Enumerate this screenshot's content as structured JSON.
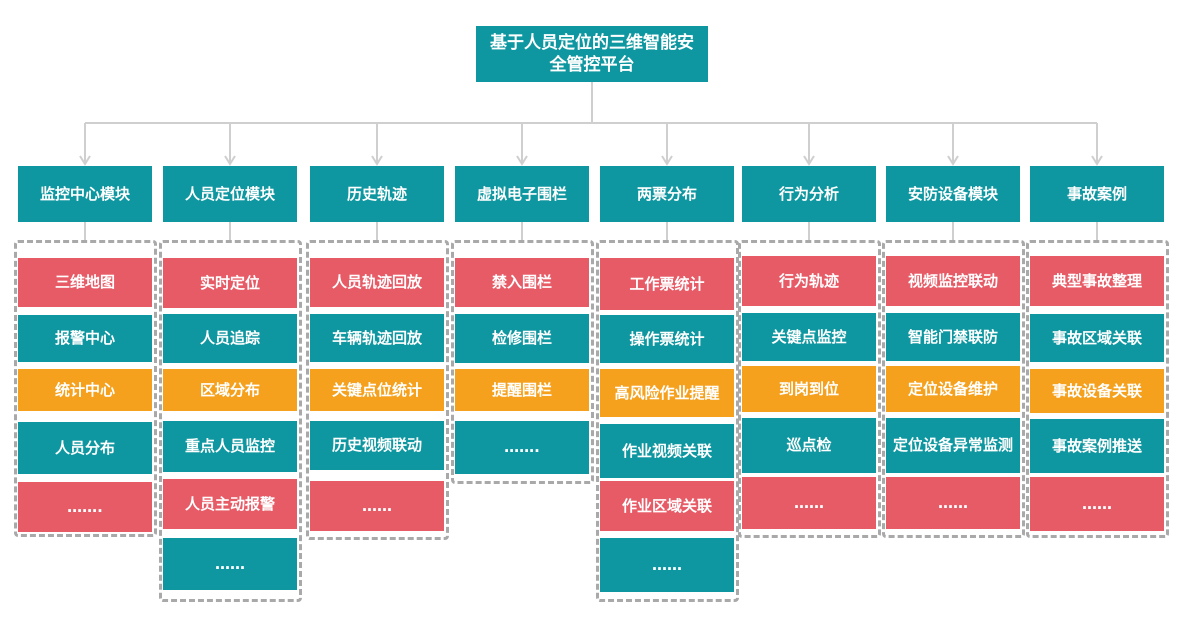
{
  "root": {
    "title": "基于人员定位的三维智能安全管控平台"
  },
  "colors": {
    "teal": "#0e97a0",
    "red": "#e75b67",
    "orange": "#f5a11d",
    "connector": "#cfcfcf",
    "dash": "#a9a9a9"
  },
  "modules": [
    {
      "name": "监控中心模块",
      "items": [
        {
          "label": "三维地图",
          "color": "red"
        },
        {
          "label": "报警中心",
          "color": "teal"
        },
        {
          "label": "统计中心",
          "color": "orange"
        },
        {
          "label": "人员分布",
          "color": "teal"
        },
        {
          "label": "…….",
          "color": "red"
        }
      ]
    },
    {
      "name": "人员定位模块",
      "items": [
        {
          "label": "实时定位",
          "color": "red"
        },
        {
          "label": "人员追踪",
          "color": "teal"
        },
        {
          "label": "区域分布",
          "color": "orange"
        },
        {
          "label": "重点人员监控",
          "color": "teal"
        },
        {
          "label": "人员主动报警",
          "color": "red"
        },
        {
          "label": "……",
          "color": "teal"
        }
      ]
    },
    {
      "name": "历史轨迹",
      "items": [
        {
          "label": "人员轨迹回放",
          "color": "red"
        },
        {
          "label": "车辆轨迹回放",
          "color": "teal"
        },
        {
          "label": "关键点位统计",
          "color": "orange"
        },
        {
          "label": "历史视频联动",
          "color": "teal"
        },
        {
          "label": "……",
          "color": "red"
        }
      ]
    },
    {
      "name": "虚拟电子围栏",
      "items": [
        {
          "label": "禁入围栏",
          "color": "red"
        },
        {
          "label": "检修围栏",
          "color": "teal"
        },
        {
          "label": "提醒围栏",
          "color": "orange"
        },
        {
          "label": "…….",
          "color": "teal"
        }
      ]
    },
    {
      "name": "两票分布",
      "items": [
        {
          "label": "工作票统计",
          "color": "red"
        },
        {
          "label": "操作票统计",
          "color": "teal"
        },
        {
          "label": "高风险作业提醒",
          "color": "orange"
        },
        {
          "label": "作业视频关联",
          "color": "teal"
        },
        {
          "label": "作业区域关联",
          "color": "red"
        },
        {
          "label": "……",
          "color": "teal"
        }
      ]
    },
    {
      "name": "行为分析",
      "items": [
        {
          "label": "行为轨迹",
          "color": "red"
        },
        {
          "label": "关键点监控",
          "color": "teal"
        },
        {
          "label": "到岗到位",
          "color": "orange"
        },
        {
          "label": "巡点检",
          "color": "teal"
        },
        {
          "label": "……",
          "color": "red"
        }
      ]
    },
    {
      "name": "安防设备模块",
      "items": [
        {
          "label": "视频监控联动",
          "color": "red"
        },
        {
          "label": "智能门禁联防",
          "color": "teal"
        },
        {
          "label": "定位设备维护",
          "color": "orange"
        },
        {
          "label": "定位设备异常监测",
          "color": "teal"
        },
        {
          "label": "……",
          "color": "red"
        }
      ]
    },
    {
      "name": "事故案例",
      "items": [
        {
          "label": "典型事故整理",
          "color": "red"
        },
        {
          "label": "事故区域关联",
          "color": "teal"
        },
        {
          "label": "事故设备关联",
          "color": "orange"
        },
        {
          "label": "事故案例推送",
          "color": "teal"
        },
        {
          "label": "……",
          "color": "red"
        }
      ]
    }
  ]
}
